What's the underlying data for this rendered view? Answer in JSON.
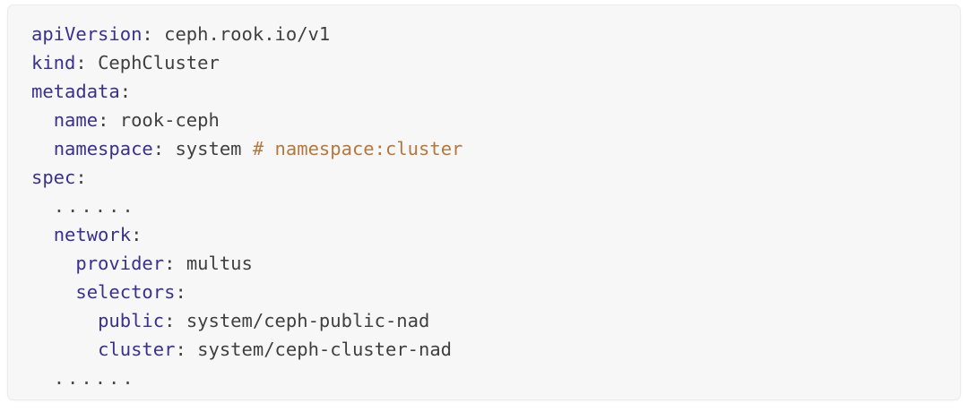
{
  "document": {
    "kind": "yaml-code-block",
    "language": "yaml",
    "colors": {
      "card_background": "#f7f7f8",
      "card_border": "#ececee",
      "page_background": "#ffffff",
      "key": "#3b2f8f",
      "value": "#3f3f3f",
      "punctuation": "#3f3f3f",
      "comment": "#b5783c",
      "ellipsis": "#4a4a4a"
    },
    "lines": [
      {
        "id": "line-apiversion",
        "indent": "",
        "key": "apiVersion",
        "punc": ": ",
        "value": "ceph.rook.io/v1",
        "comment": ""
      },
      {
        "id": "line-kind",
        "indent": "",
        "key": "kind",
        "punc": ": ",
        "value": "CephCluster",
        "comment": ""
      },
      {
        "id": "line-metadata",
        "indent": "",
        "key": "metadata",
        "punc": ":",
        "value": "",
        "comment": ""
      },
      {
        "id": "line-metadata-name",
        "indent": "  ",
        "key": "name",
        "punc": ": ",
        "value": "rook-ceph",
        "comment": ""
      },
      {
        "id": "line-metadata-namespace",
        "indent": "  ",
        "key": "namespace",
        "punc": ": ",
        "value": "system ",
        "comment": "# namespace:cluster"
      },
      {
        "id": "line-spec",
        "indent": "",
        "key": "spec",
        "punc": ":",
        "value": "",
        "comment": ""
      },
      {
        "id": "line-spec-ellipsis-top",
        "indent": "  ",
        "key": "",
        "punc": "",
        "value": "",
        "comment": "",
        "ellipsis": "......"
      },
      {
        "id": "line-network",
        "indent": "  ",
        "key": "network",
        "punc": ":",
        "value": "",
        "comment": ""
      },
      {
        "id": "line-network-provider",
        "indent": "    ",
        "key": "provider",
        "punc": ": ",
        "value": "multus",
        "comment": ""
      },
      {
        "id": "line-network-selectors",
        "indent": "    ",
        "key": "selectors",
        "punc": ":",
        "value": "",
        "comment": ""
      },
      {
        "id": "line-selectors-public",
        "indent": "      ",
        "key": "public",
        "punc": ": ",
        "value": "system/ceph-public-nad",
        "comment": ""
      },
      {
        "id": "line-selectors-cluster",
        "indent": "      ",
        "key": "cluster",
        "punc": ": ",
        "value": "system/ceph-cluster-nad",
        "comment": ""
      },
      {
        "id": "line-spec-ellipsis-bottom",
        "indent": "  ",
        "key": "",
        "punc": "",
        "value": "",
        "comment": "",
        "ellipsis": "......"
      }
    ]
  }
}
